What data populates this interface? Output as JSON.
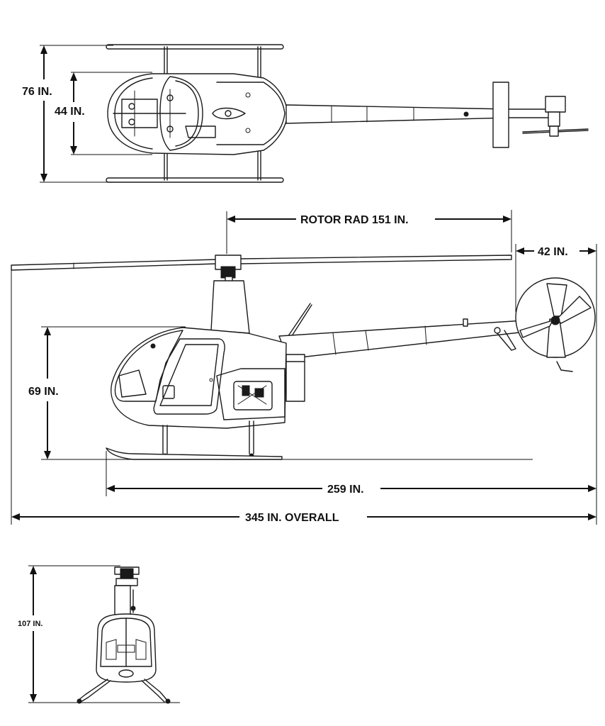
{
  "dimensions": {
    "top_width_overall": "76 IN.",
    "top_cabin_width": "44 IN.",
    "rotor_radius": "ROTOR RAD 151 IN.",
    "tail_rotor_diameter": "42 IN.",
    "height_cabin": "69 IN.",
    "skid_length": "259 IN.",
    "overall_length": "345 IN. OVERALL",
    "overall_height": "107 IN."
  }
}
